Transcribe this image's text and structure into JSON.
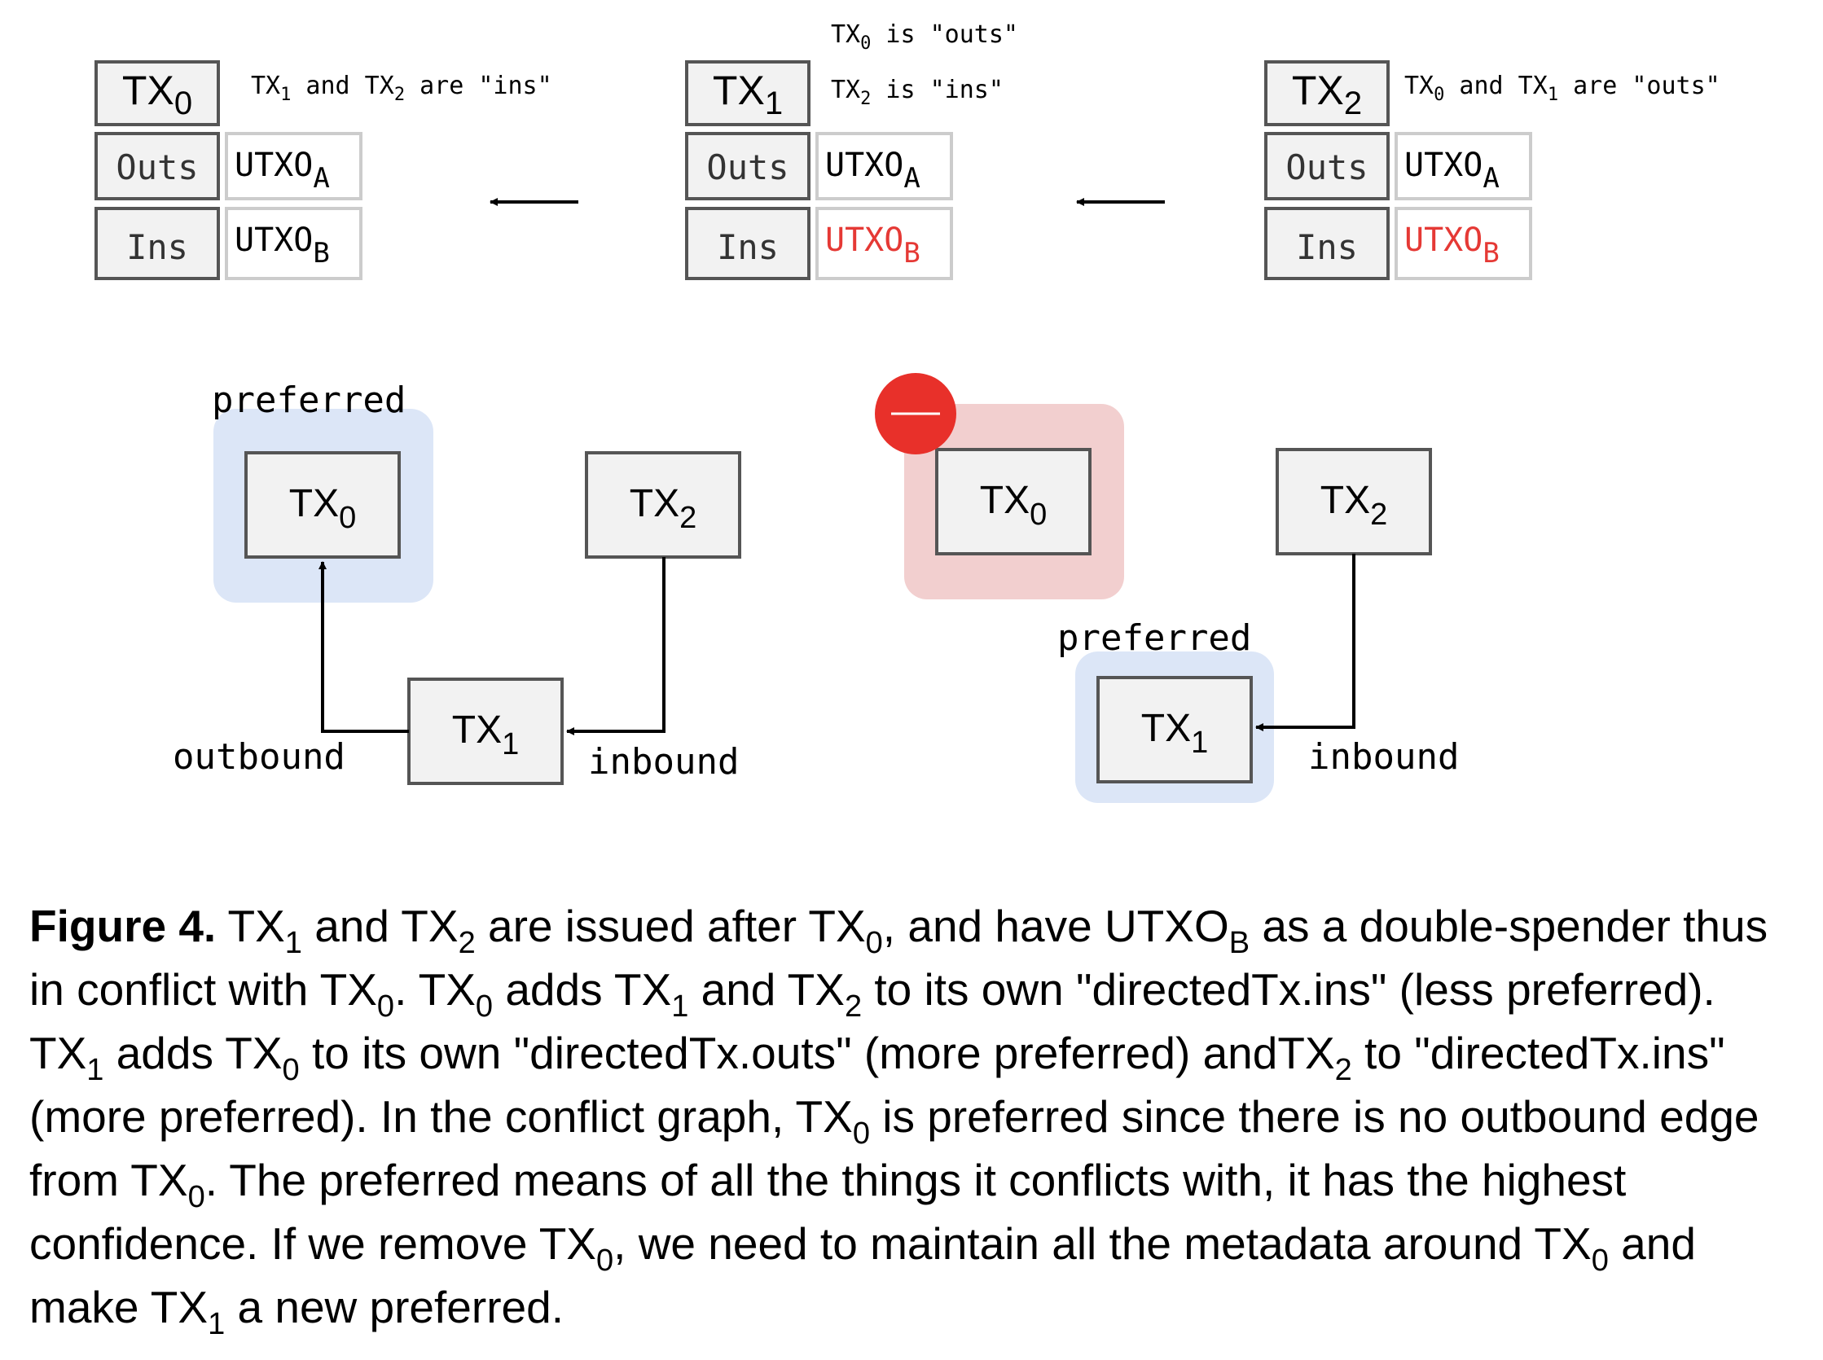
{
  "colors": {
    "box_fill": "#f2f2f2",
    "box_border_dark": "#555555",
    "box_border_light": "#cccccc",
    "conflict_red": "#e53935",
    "preferred_blue": "#dce6f7",
    "removed_pink": "#f2cfcf",
    "remove_badge": "#e8302a",
    "caption_text": "#000000"
  },
  "tables": [
    {
      "id": "t0",
      "tx_base": "TX",
      "tx_sub": "0",
      "note_lines": [
        [
          {
            "t": "TX"
          },
          {
            "s": "1"
          },
          {
            "t": " and TX"
          },
          {
            "s": "2"
          },
          {
            "t": " are \"ins\""
          }
        ]
      ],
      "outs_label": "Outs",
      "outs_base": "UTXO",
      "outs_sub": "A",
      "ins_label": "Ins",
      "ins_base": "UTXO",
      "ins_sub": "B",
      "ins_conflict": false
    },
    {
      "id": "t1",
      "tx_base": "TX",
      "tx_sub": "1",
      "note_lines": [
        [
          {
            "t": "TX"
          },
          {
            "s": "0"
          },
          {
            "t": " is \"outs\""
          }
        ],
        [
          {
            "t": "TX"
          },
          {
            "s": "2"
          },
          {
            "t": " is \"ins\""
          }
        ]
      ],
      "outs_label": "Outs",
      "outs_base": "UTXO",
      "outs_sub": "A",
      "ins_label": "Ins",
      "ins_base": "UTXO",
      "ins_sub": "B",
      "ins_conflict": true
    },
    {
      "id": "t2",
      "tx_base": "TX",
      "tx_sub": "2",
      "note_lines": [
        [
          {
            "t": "TX"
          },
          {
            "s": "0"
          },
          {
            "t": " and TX"
          },
          {
            "s": "1"
          },
          {
            "t": " are \"outs\""
          }
        ]
      ],
      "outs_label": "Outs",
      "outs_base": "UTXO",
      "outs_sub": "A",
      "ins_label": "Ins",
      "ins_base": "UTXO",
      "ins_sub": "B",
      "ins_conflict": true
    }
  ],
  "graphs": [
    {
      "id": "left",
      "nodes": [
        {
          "id": "l_tx0",
          "base": "TX",
          "sub": "0",
          "highlight": "preferred"
        },
        {
          "id": "l_tx2",
          "base": "TX",
          "sub": "2",
          "highlight": "none"
        },
        {
          "id": "l_tx1",
          "base": "TX",
          "sub": "1",
          "highlight": "none"
        }
      ],
      "labels": {
        "preferred": "preferred",
        "outbound": "outbound",
        "inbound": "inbound"
      }
    },
    {
      "id": "right",
      "nodes": [
        {
          "id": "r_tx0",
          "base": "TX",
          "sub": "0",
          "highlight": "removed"
        },
        {
          "id": "r_tx2",
          "base": "TX",
          "sub": "2",
          "highlight": "none"
        },
        {
          "id": "r_tx1",
          "base": "TX",
          "sub": "1",
          "highlight": "preferred"
        }
      ],
      "labels": {
        "preferred": "preferred",
        "inbound": "inbound"
      }
    }
  ],
  "caption": {
    "lead": "Figure 4.",
    "runs": [
      {
        "t": " TX"
      },
      {
        "s": "1"
      },
      {
        "t": " and TX"
      },
      {
        "s": "2"
      },
      {
        "t": " are issued after TX"
      },
      {
        "s": "0"
      },
      {
        "t": ", and have UTXO"
      },
      {
        "s": "B"
      },
      {
        "t": " as a double-spender thus in conflict with TX"
      },
      {
        "s": "0"
      },
      {
        "t": ". TX"
      },
      {
        "s": "0"
      },
      {
        "t": " adds TX"
      },
      {
        "s": "1"
      },
      {
        "t": " and TX"
      },
      {
        "s": "2"
      },
      {
        "t": " to its own \"directedTx.ins\" (less preferred). TX"
      },
      {
        "s": "1"
      },
      {
        "t": " adds TX"
      },
      {
        "s": "0"
      },
      {
        "t": " to its own \"directedTx.outs\" (more preferred) andTX"
      },
      {
        "s": "2"
      },
      {
        "t": " to \"directedTx.ins\" (more preferred). In the conflict graph, TX"
      },
      {
        "s": "0"
      },
      {
        "t": " is preferred since there is no outbound edge from TX"
      },
      {
        "s": "0"
      },
      {
        "t": ". The preferred means of all the things it conflicts with, it has the highest confidence. If we remove TX"
      },
      {
        "s": "0"
      },
      {
        "t": ", we need to maintain all the metadata around TX"
      },
      {
        "s": "0"
      },
      {
        "t": " and make TX"
      },
      {
        "s": "1"
      },
      {
        "t": " a new preferred."
      }
    ]
  }
}
